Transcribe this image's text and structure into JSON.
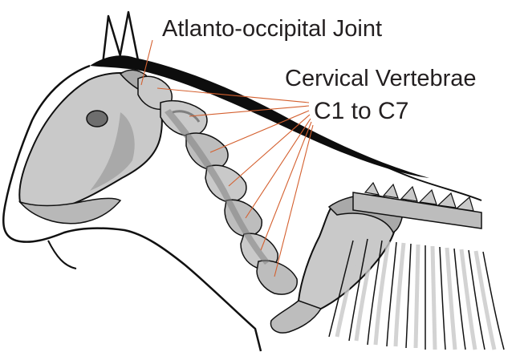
{
  "diagram": {
    "labels": {
      "joint": "Atlanto-occipital Joint",
      "vertebrae_line1": "Cervical Vertebrae",
      "vertebrae_line2": "C1 to C7"
    },
    "colors": {
      "outline": "#111111",
      "mane": "#0d0d0d",
      "bone_light": "#c9c9c9",
      "bone_mid": "#a9a9a9",
      "bone_dark": "#7f7f7f",
      "leader_line": "#d4602f",
      "text": "#231f20"
    }
  }
}
